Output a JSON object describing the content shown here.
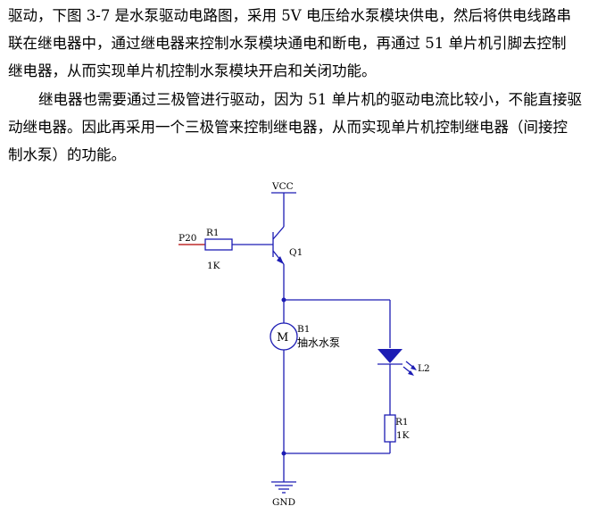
{
  "paragraphs": [
    {
      "lines": [
        "驱动，下图 3-7 是水泵驱动电路图，采用 5V 电压给水泵模块供电，然后将供电线路串",
        "联在继电器中，通过继电器来控制水泵模块通电和断电，再通过 51 单片机引脚去控制",
        "继电器，从而实现单片机控制水泵模块开启和关闭功能。"
      ]
    },
    {
      "lines": [
        "继电器也需要通过三极管进行驱动，因为 51 单片机的驱动电流比较小，不能直接驱",
        "动继电器。因此再采用一个三极管来控制继电器，从而实现单片机控制继电器（间接控",
        "制水泵）的功能。"
      ]
    }
  ],
  "circuit": {
    "vcc": "VCC",
    "gnd": "GND",
    "input": "P20",
    "r_base_name": "R1",
    "r_base_value": "1K",
    "transistor": "Q1",
    "motor_symbol": "M",
    "motor_name": "B1",
    "motor_desc": "抽水水泵",
    "led": "L2",
    "r_led_name": "R1",
    "r_led_value": "1K",
    "wire_color": "#1c1cb4",
    "input_color": "#b00000"
  }
}
